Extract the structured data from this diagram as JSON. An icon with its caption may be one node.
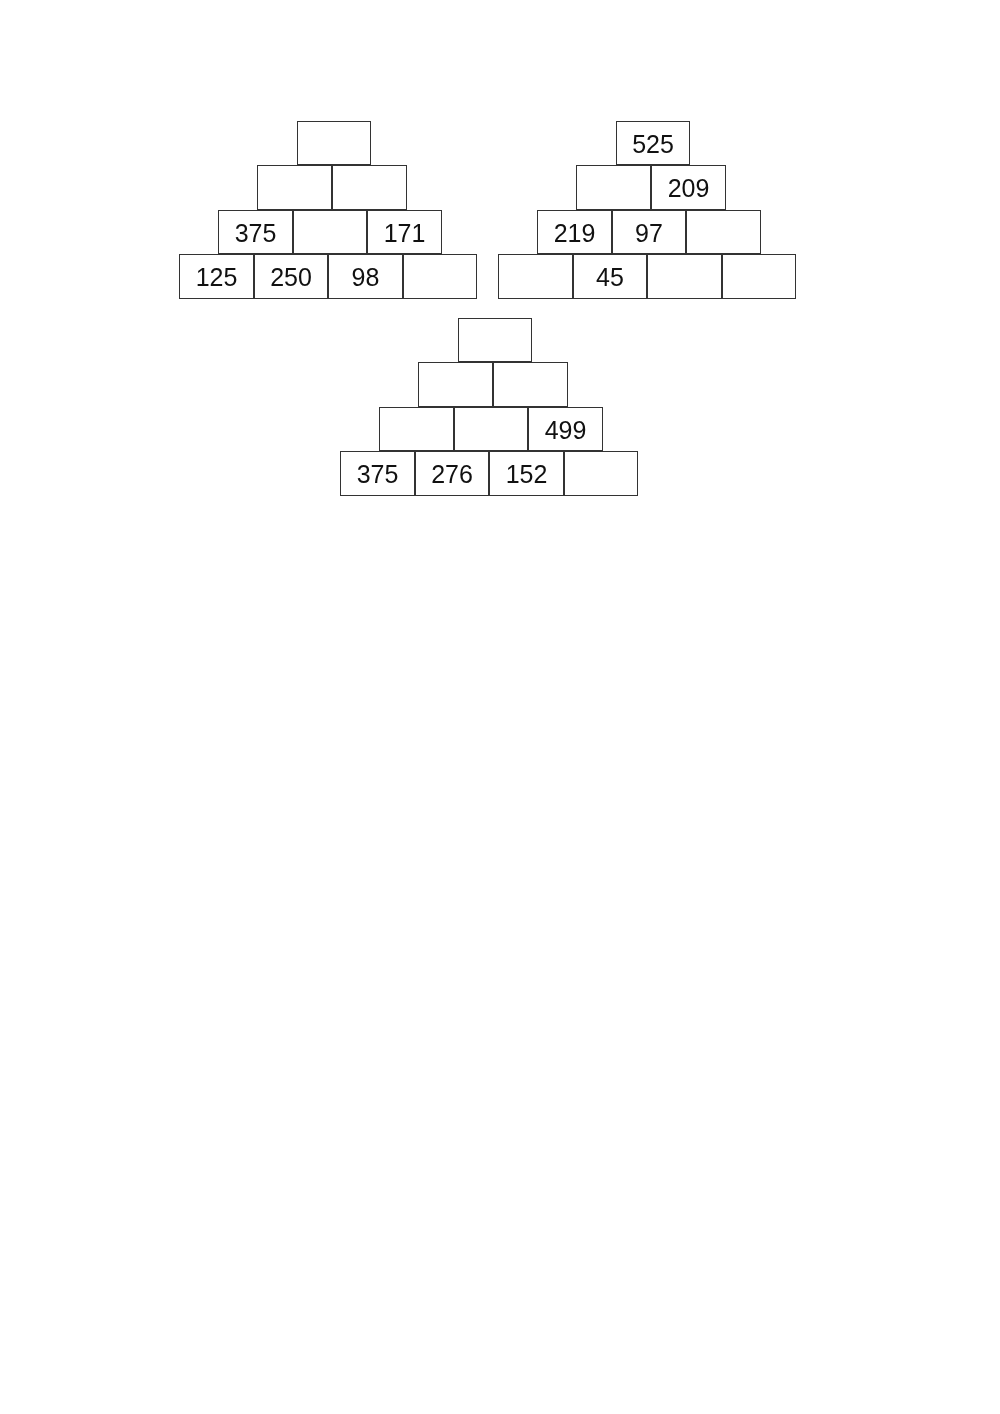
{
  "diagram": {
    "nodes": [
      {
        "text": [],
        "shape": "box"
      },
      {
        "text": [],
        "shape": "box"
      },
      {
        "text": [],
        "shape": "box"
      },
      {
        "text": [
          "375"
        ]
      },
      {
        "text": [],
        "shape": "box"
      },
      {
        "text": [
          "171"
        ]
      },
      {
        "text": [
          "125"
        ]
      },
      {
        "text": [
          "250"
        ]
      },
      {
        "text": [
          "98"
        ]
      },
      {
        "text": [],
        "shape": "box"
      },
      {
        "text": [
          "525"
        ]
      },
      {
        "text": [],
        "shape": "box"
      },
      {
        "text": [
          "209"
        ]
      },
      {
        "text": [
          "219"
        ]
      },
      {
        "text": [
          "97"
        ]
      },
      {
        "text": [],
        "shape": "box"
      },
      {
        "text": [],
        "shape": "box"
      },
      {
        "text": [
          "45"
        ]
      },
      {
        "text": [],
        "shape": "box"
      },
      {
        "text": [],
        "shape": "box"
      },
      {
        "text": [],
        "shape": "box"
      },
      {
        "text": [],
        "shape": "box"
      },
      {
        "text": [],
        "shape": "box"
      },
      {
        "text": [],
        "shape": "box"
      },
      {
        "text": [],
        "shape": "box"
      },
      {
        "text": [
          "499"
        ]
      },
      {
        "text": [
          "375"
        ]
      },
      {
        "text": [
          "276"
        ]
      },
      {
        "text": [
          "152"
        ]
      },
      {
        "text": [],
        "shape": "box"
      }
    ]
  }
}
